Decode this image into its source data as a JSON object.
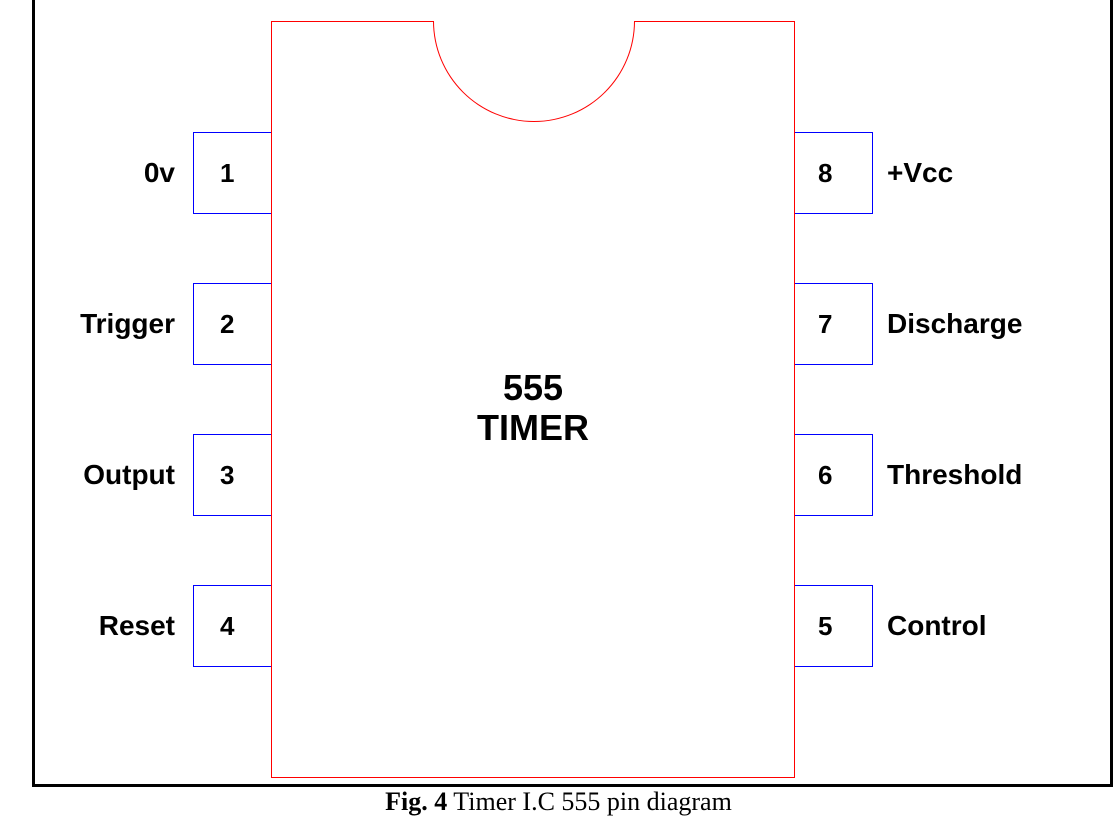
{
  "chip": {
    "title_line1": "555",
    "title_line2": "TIMER",
    "outline_color": "#ff0000",
    "pin_box_color": "#0000ff"
  },
  "pins_left": [
    {
      "number": "1",
      "label": "0v"
    },
    {
      "number": "2",
      "label": "Trigger"
    },
    {
      "number": "3",
      "label": "Output"
    },
    {
      "number": "4",
      "label": "Reset"
    }
  ],
  "pins_right": [
    {
      "number": "8",
      "label": "+Vcc"
    },
    {
      "number": "7",
      "label": "Discharge"
    },
    {
      "number": "6",
      "label": "Threshold"
    },
    {
      "number": "5",
      "label": "Control"
    }
  ],
  "caption": {
    "prefix": "Fig. 4",
    "text": "Timer I.C 555 pin diagram"
  }
}
